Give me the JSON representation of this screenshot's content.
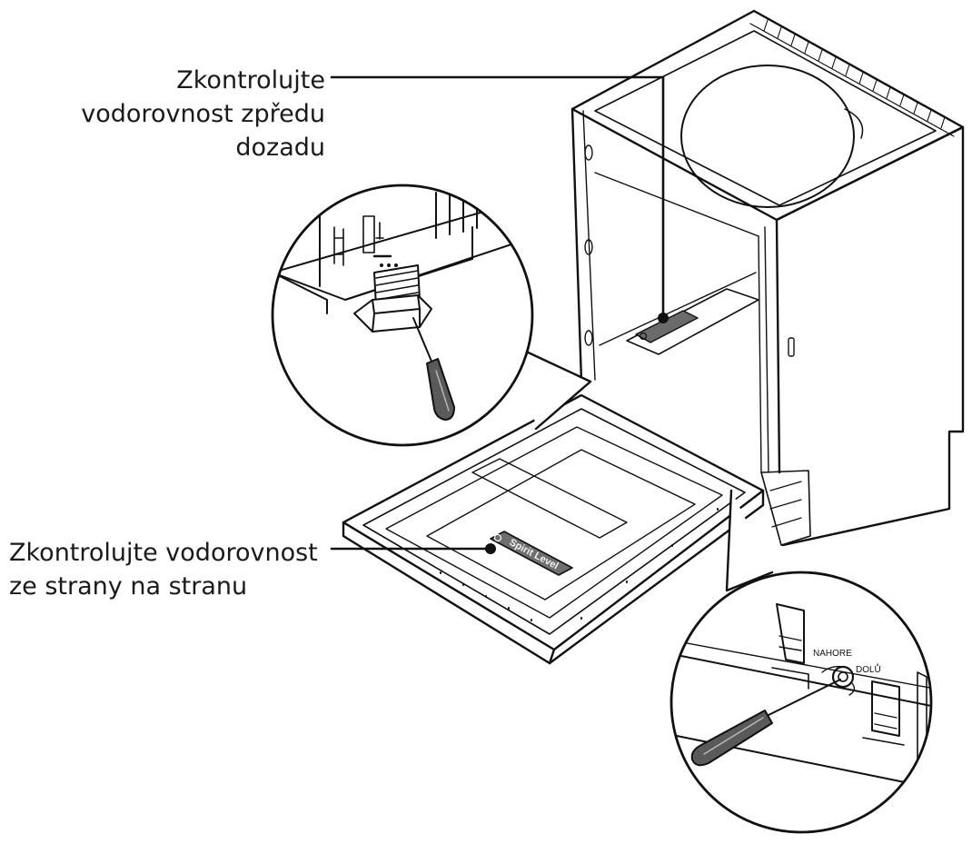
{
  "callouts": {
    "front_back": {
      "line1": "Zkontrolujte",
      "line2": "vodorovnost zpředu",
      "line3": "dozadu"
    },
    "side_side": {
      "line1": "Zkontrolujte vodorovnost",
      "line2": "ze strany na stranu"
    }
  },
  "detail_labels": {
    "up": "NAHORE",
    "down": "DOLŮ"
  },
  "level_tool_text": "Spirit Level"
}
